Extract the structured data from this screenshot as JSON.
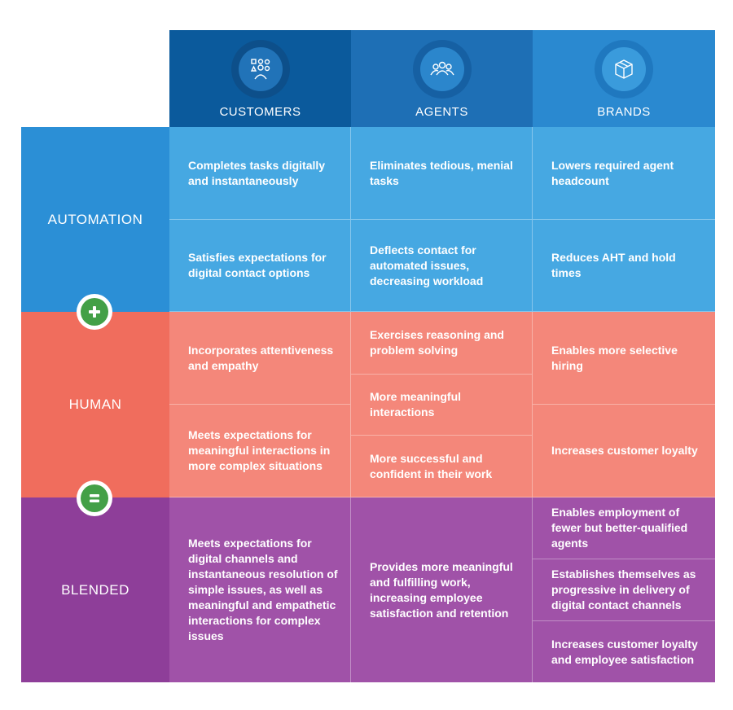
{
  "columns": [
    {
      "label": "CUSTOMERS",
      "icon": "people-shapes-icon",
      "bg": "#0b5a9c",
      "ring": "#0d4f8a",
      "dot": "#2173b8"
    },
    {
      "label": "AGENTS",
      "icon": "group-icon",
      "bg": "#1e6fb5",
      "ring": "#1660a3",
      "dot": "#2b86cc"
    },
    {
      "label": "BRANDS",
      "icon": "cube-box-icon",
      "bg": "#2a89d0",
      "ring": "#1f78bf",
      "dot": "#3a9bdc"
    }
  ],
  "rows": [
    {
      "label": "AUTOMATION",
      "color": "#2b8fd6",
      "cell_color": "#46a8e2"
    },
    {
      "label": "HUMAN",
      "color": "#f06d5d",
      "cell_color": "#f4877a"
    },
    {
      "label": "BLENDED",
      "color": "#8e3e99",
      "cell_color": "#a052a8"
    }
  ],
  "cells": {
    "automation": {
      "customers": [
        "Completes tasks digitally and instantaneously",
        "Satisfies expectations for digital contact options"
      ],
      "agents": [
        "Eliminates tedious, menial tasks",
        "Deflects contact for automated issues, decreasing workload"
      ],
      "brands": [
        "Lowers required agent headcount",
        "Reduces AHT and hold times"
      ]
    },
    "human": {
      "customers": [
        "Incorporates attentiveness and empathy",
        "Meets expectations for meaningful interactions in more complex situations"
      ],
      "agents": [
        "Exercises reasoning and problem solving",
        "More meaningful interactions",
        "More successful and confident in their work"
      ],
      "brands": [
        "Enables more selective hiring",
        "Increases customer loyalty"
      ]
    },
    "blended": {
      "customers": [
        "Meets expectations for digital channels and instantaneous resolution of simple issues, as well as meaningful and empathetic interactions for complex issues"
      ],
      "agents": [
        "Provides more meaningful and fulfilling work, increasing employee satisfaction and retention"
      ],
      "brands": [
        "Enables employment of fewer but better-qualified agents",
        "Establishes themselves as progressive in delivery of digital contact channels",
        "Increases customer loyalty and employee satisfaction"
      ]
    }
  },
  "badges": [
    {
      "symbol": "plus",
      "icon": "plus-icon"
    },
    {
      "symbol": "equals",
      "icon": "equals-icon"
    }
  ]
}
